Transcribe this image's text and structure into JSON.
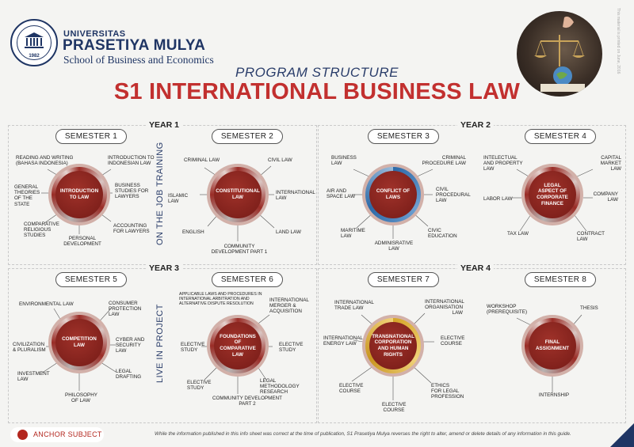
{
  "header": {
    "uni_small": "UNIVERSITAS",
    "uni_big": "PRASETIYA MULYA",
    "school": "School of Business and Economics",
    "seal_year": "1982",
    "program": "PROGRAM STRUCTURE",
    "title": "S1 INTERNATIONAL BUSINESS LAW",
    "side_note": "This material is printed on June, 2016"
  },
  "years": {
    "y1": "YEAR 1",
    "y2": "YEAR 2",
    "y3": "YEAR 3",
    "y4": "YEAR 4"
  },
  "vertical_labels": {
    "top": "ON THE JOB TRAINING",
    "bottom": "LIVE IN PROJECT"
  },
  "semesters": [
    {
      "label": "SEMESTER 1",
      "anchor": "INTRODUCTION TO LAW",
      "courses": [
        "READING AND WRITING (BAHASA INDONESIA)",
        "INTRODUCTION TO INDONESIAN LAW",
        "GENERAL THEORIES OF THE STATE",
        "BUSINESS STUDIES FOR LAWYERS",
        "COMPARATIVE RELIGIOUS STUDIES",
        "ACCOUNTING FOR LAWYERS",
        "PERSONAL DEVELOPMENT"
      ]
    },
    {
      "label": "SEMESTER 2",
      "anchor": "CONSTITUTIONAL LAW",
      "courses": [
        "CRIMINAL LAW",
        "CIVIL LAW",
        "ISLAMIC LAW",
        "INTERNATIONAL LAW",
        "ENGLISH",
        "LAND LAW",
        "COMMUNITY DEVELOPMENT PART 1"
      ]
    },
    {
      "label": "SEMESTER 3",
      "anchor": "CONFLICT OF LAWS",
      "courses": [
        "BUSINESS LAW",
        "CRIMINAL PROCEDURE LAW",
        "AIR AND SPACE LAW",
        "CIVIL PROCEDURAL LAW",
        "MARITIME LAW",
        "CIVIC EDUCATION",
        "ADMINISRATIVE LAW"
      ]
    },
    {
      "label": "SEMESTER 4",
      "anchor": "LEGAL ASPECT OF CORPORATE FINANCE",
      "courses": [
        "INTELECTUAL AND PROPERTY LAW",
        "CAPITAL MARKET LAW",
        "LABOR LAW",
        "COMPANY LAW",
        "TAX LAW",
        "CONTRACT LAW"
      ]
    },
    {
      "label": "SEMESTER 5",
      "anchor": "COMPETITION LAW",
      "courses": [
        "ENVIRONMENTAL LAW",
        "CONSUMER PROTECTION LAW",
        "CIVILIZATION & PLURALISM",
        "CYBER AND SECURITY LAW",
        "INVESTMENT LAW",
        "LEGAL DRAFTING",
        "PHILOSOPHY OF LAW"
      ]
    },
    {
      "label": "SEMESTER 6",
      "anchor": "FOUNDATIONS OF COMPARATIVE LAW",
      "courses": [
        "APPLICABLE LAWS AND PROCEDURES IN INTERNATIONAL ARBITRATION AND ALTERNATIVE DISPUTE RESOLUTION",
        "INTERNATIONAL MERGER & ACQUISITION",
        "ELECTIVE STUDY",
        "ELECTIVE STUDY",
        "ELECTIVE STUDY",
        "LEGAL METHODOLOGY RESEARCH",
        "COMMUNITY DEVELOPMENT PART 2"
      ]
    },
    {
      "label": "SEMESTER 7",
      "anchor": "TRANSNATIONAL CORPORATION AND HUMAN RIGHTS",
      "courses": [
        "INTERNATIONAL TRADE LAW",
        "INTERNATIONAL ORGANISATION LAW",
        "INTERNATIONAL ENERGY LAW",
        "ELECTIVE COURSE",
        "ELECTIVE COURSE",
        "ETHICS FOR LEGAL PROFESSION",
        "ELECTIVE COURSE"
      ]
    },
    {
      "label": "SEMESTER 8",
      "anchor": "FINAL ASSIGNMENT",
      "courses": [
        "WORKSHOP (PREREQUISITE)",
        "THESIS",
        "INTERNSHIP"
      ]
    }
  ],
  "footer": {
    "anchor_label": "ANCHOR SUBJECT",
    "disclaimer": "While the information published in this info sheet was correct at the time of publication, S1 Prasetiya Mulya reverses the right to alter, amend or delete details of any information in this guide."
  }
}
